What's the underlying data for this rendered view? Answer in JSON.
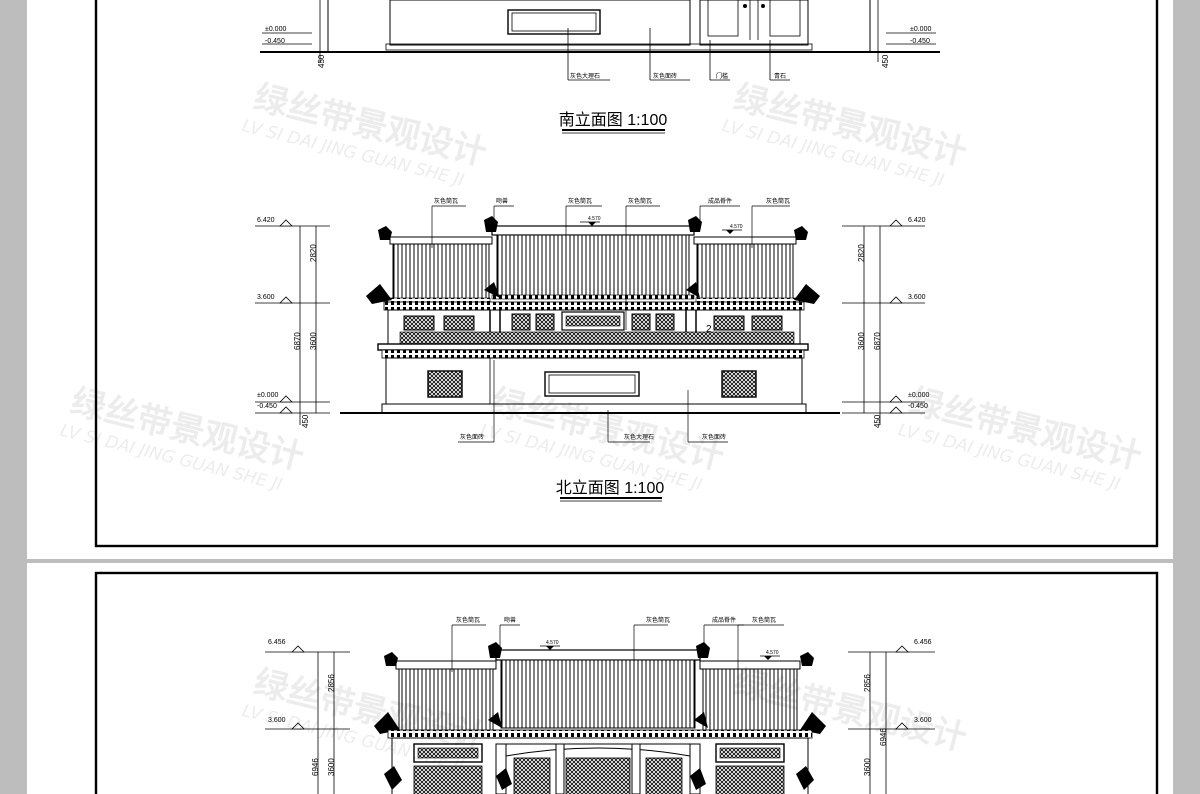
{
  "watermark": {
    "brand_cn": "绿丝带景观设计",
    "brand_en": "LV SI DAI JING GUAN SHE JI"
  },
  "south": {
    "title": "南立面图 1:100",
    "levels": {
      "zero": "±0.000",
      "minus": "-0.450"
    },
    "dim_450": "450",
    "labels": [
      "灰色大理石",
      "灰色面砖",
      "门槛",
      "青石"
    ]
  },
  "north": {
    "title": "北立面图 1:100",
    "levels": {
      "top": "6.420",
      "mid": "3.600",
      "zero": "±0.000",
      "minus": "-0.450"
    },
    "dims": {
      "upper": "2820",
      "lower": "3600",
      "total": "6870",
      "base": "450"
    },
    "top_labels": [
      "灰色筒瓦",
      "吻兽",
      "灰色筒瓦",
      "灰色筒瓦",
      "成品脊件",
      "灰色筒瓦"
    ],
    "ridge_marks": [
      "4.570",
      "4.570"
    ],
    "tag": "2",
    "bottom_labels": [
      "灰色面砖",
      "灰色大理石",
      "灰色面砖"
    ]
  },
  "east": {
    "levels": {
      "top": "6.456",
      "mid": "3.600"
    },
    "dims": {
      "upper": "2856",
      "lower": "3600",
      "total": "6946"
    },
    "top_labels": [
      "灰色筒瓦",
      "吻兽",
      "灰色筒瓦",
      "成品脊件",
      "灰色筒瓦"
    ],
    "ridge_marks": [
      "4.570",
      "4.570"
    ]
  }
}
